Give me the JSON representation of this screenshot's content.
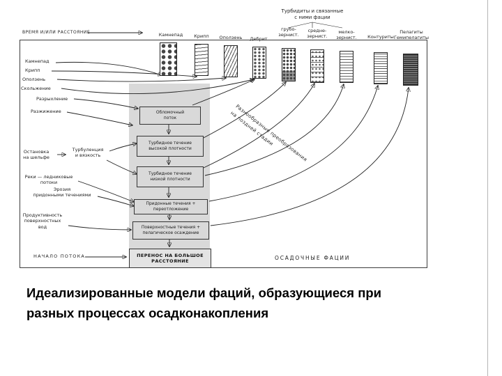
{
  "page": {
    "caption": "Идеализированные модели фаций, образующиеся при\nразных процессах осадконакопления"
  },
  "colors": {
    "ink": "#222222",
    "panel_gray": "#d9d9d9",
    "paper": "#ffffff"
  },
  "diagram": {
    "time_axis_label": "ВРЕМЯ И/ИЛИ РАССТОЯНИЕ",
    "group_header": "Турбидиты и связанные\nс ними фации",
    "columns": [
      {
        "id": "kamnepad",
        "label": "Камнепад",
        "texture": "breccia-texture"
      },
      {
        "id": "kripp",
        "label": "Крипп",
        "texture": "creep-texture"
      },
      {
        "id": "opolzen",
        "label": "Оползень",
        "texture": "slump-texture"
      },
      {
        "id": "debrit",
        "label": "Дебрит",
        "texture": "debris-texture"
      },
      {
        "id": "grubo",
        "label": "грубо-\nзернист.",
        "texture": "coarse-grain-texture"
      },
      {
        "id": "sredne",
        "label": "средне-\nзернист.",
        "texture": "medium-grain-texture"
      },
      {
        "id": "melko",
        "label": "мелко-\nзернист.",
        "texture": "fine-grain-texture"
      },
      {
        "id": "konturity",
        "label": "Контуриты",
        "texture": "contourite-texture"
      },
      {
        "id": "pelagity",
        "label": "Пелагиты\nГемипелагиты",
        "texture": "pelagic-texture"
      }
    ],
    "left_processes": [
      {
        "label": "Камнепад"
      },
      {
        "label": "Крипп"
      },
      {
        "label": "Оползень"
      },
      {
        "label": "Скольжение"
      },
      {
        "label": "Разрыхление"
      },
      {
        "label": "Разжижение"
      },
      {
        "label": "Остановка\nна шельфе"
      },
      {
        "label": "Турбуленция\nи вязкость"
      },
      {
        "label": "Реки — ледниковые\nпотоки"
      },
      {
        "label": "Эрозия\nпридонными течениями"
      },
      {
        "label": "Продуктивность\nповерхностных\nвод"
      },
      {
        "label": "НАЧАЛО ПОТОКА"
      }
    ],
    "flow_stages": [
      {
        "label": "Обломочный\nпоток"
      },
      {
        "label": "Турбидное течение\nвысокой плотности"
      },
      {
        "label": "Турбидное течение\nнизкой плотности"
      },
      {
        "label": "Придонные течения +\nпереотложение"
      },
      {
        "label": "Поверхностные течения +\nпелагическое осаждение"
      }
    ],
    "transport_label": "ПЕРЕНОС НА БОЛЬШОЕ\nРАССТОЯНИЕ",
    "facies_label": "ОСАДОЧНЫЕ ФАЦИИ",
    "diagonal_note": "Разнообразные преобразования\nна поздней стадии"
  }
}
